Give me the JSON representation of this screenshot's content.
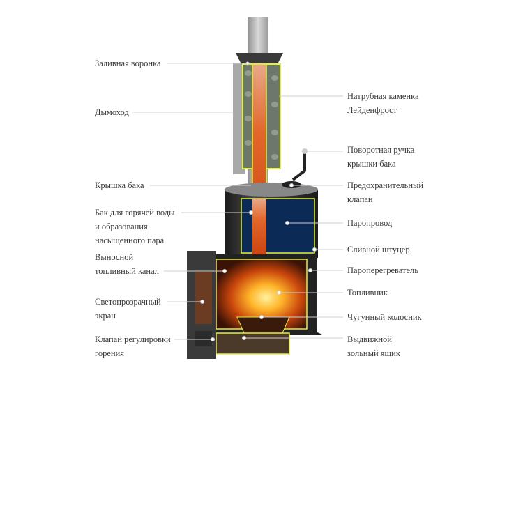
{
  "left_labels": [
    {
      "lines": [
        "Заливная воронка"
      ]
    },
    {
      "lines": [
        "Дымоход"
      ]
    },
    {
      "lines": [
        "Крышка бака"
      ]
    },
    {
      "lines": [
        "Бак для горячей воды",
        "и образования",
        "насыщенного пара"
      ]
    },
    {
      "lines": [
        "Выносной",
        "топливный канал"
      ]
    },
    {
      "lines": [
        "Светопрозрачный",
        "экран"
      ]
    },
    {
      "lines": [
        "Клапан регулировки",
        "горения"
      ]
    }
  ],
  "right_labels": [
    {
      "lines": [
        "Натрубная каменка",
        "Лейденфрост"
      ]
    },
    {
      "lines": [
        "Поворотная ручка",
        "крышки бака"
      ]
    },
    {
      "lines": [
        "Предохранительный",
        "клапан"
      ]
    },
    {
      "lines": [
        "Паропровод"
      ]
    },
    {
      "lines": [
        "Сливной штуцер"
      ]
    },
    {
      "lines": [
        "Пароперегреватель"
      ]
    },
    {
      "lines": [
        "Топливник"
      ]
    },
    {
      "lines": [
        "Чугунный колосник"
      ]
    },
    {
      "lines": [
        "Выдвижной",
        "зольный ящик"
      ]
    }
  ],
  "colors": {
    "outline": "#e5f03a",
    "water": "#0b2a55",
    "fire": "#f08a1a",
    "metal": "#2b2b2b",
    "pipe": "#b9b9b9"
  }
}
